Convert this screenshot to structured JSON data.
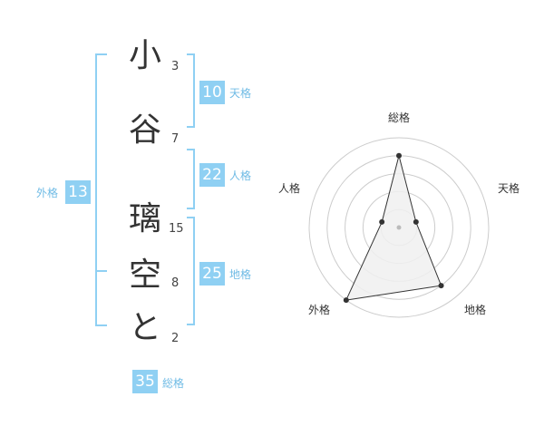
{
  "name": {
    "chars": [
      "小",
      "谷",
      "璃",
      "空",
      "と"
    ],
    "strokes": [
      "3",
      "7",
      "15",
      "8",
      "2"
    ]
  },
  "scores": {
    "tenkaku": {
      "value": "10",
      "label": "天格"
    },
    "jinkaku": {
      "value": "22",
      "label": "人格"
    },
    "chikaku": {
      "value": "25",
      "label": "地格"
    },
    "gaikaku": {
      "value": "13",
      "label": "外格"
    },
    "soukaku": {
      "value": "35",
      "label": "総格"
    }
  },
  "chart_data": {
    "type": "radar",
    "axes": [
      "総格",
      "天格",
      "地格",
      "外格",
      "人格"
    ],
    "values": [
      4,
      1,
      4,
      5,
      1
    ],
    "rmax": 5,
    "rings": 5,
    "colors": {
      "fill": "#f0f0f0",
      "stroke": "#333333",
      "grid": "#cccccc",
      "point": "#333333"
    }
  },
  "colors": {
    "accent": "#8fd0f3",
    "accent_text": "#6fbbe5",
    "bracket": "#8fd0f3"
  }
}
